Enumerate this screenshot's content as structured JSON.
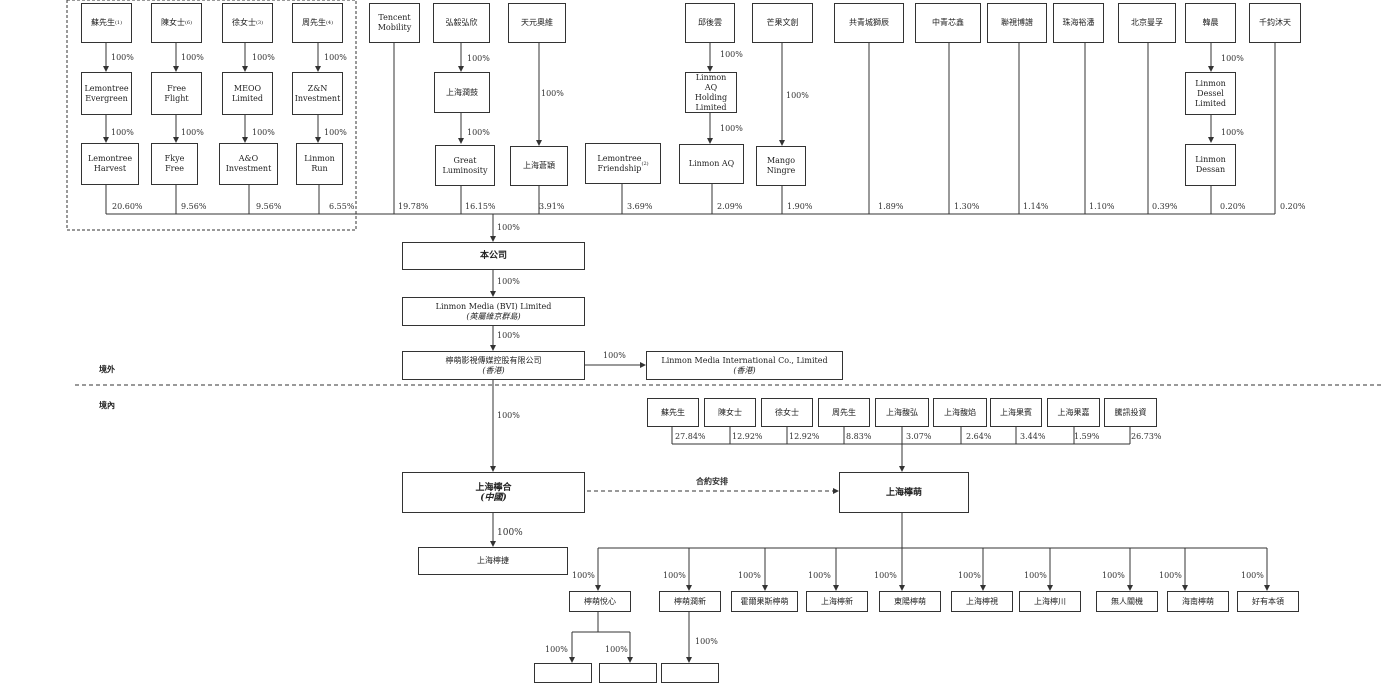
{
  "regions": {
    "offshore": "境外",
    "onshore": "境內"
  },
  "founders": [
    {
      "name": "蘇先生",
      "note": "(1)",
      "pct": "100%",
      "vehicle": "Lemontree\nEvergreen",
      "vehicle_pct": "100%",
      "holder": "Lemontree\nHarvest",
      "stake": "20.60%"
    },
    {
      "name": "陳女士",
      "note": "(6)",
      "pct": "100%",
      "vehicle": "Free\nFlight",
      "vehicle_pct": "100%",
      "holder": "Fkye\nFree",
      "stake": "9.56%"
    },
    {
      "name": "徐女士",
      "note": "(3)",
      "pct": "100%",
      "vehicle": "MEOO\nLimited",
      "vehicle_pct": "100%",
      "holder": "A&O\nInvestment",
      "stake": "9.56%"
    },
    {
      "name": "周先生",
      "note": "(4)",
      "pct": "100%",
      "vehicle": "Z&N\nInvestment",
      "vehicle_pct": "100%",
      "holder": "Linmon\nRun",
      "stake": "6.55%"
    }
  ],
  "shareholders": {
    "tencent": {
      "name": "Tencent\nMobility",
      "stake": "19.78%"
    },
    "hongyi": {
      "name": "弘毅弘欣",
      "pct": "100%",
      "mid": "上海潤鼓",
      "mid_pct": "100%",
      "holder": "Great\nLuminosity",
      "stake": "16.15%"
    },
    "tianyuan": {
      "name": "天元奧維",
      "pct": "100%",
      "holder": "上海蒼穎",
      "stake": "3.91%"
    },
    "lemontree_fj": {
      "name": "Lemontree\nFriendship",
      "note": "(2)",
      "stake": "3.69%"
    },
    "xu": {
      "name": "邱後雲",
      "pct": "100%",
      "mid": "Linmon\nAQ\nHolding\nLimited",
      "mid_pct": "100%",
      "holder": "Linmon AQ",
      "stake": "2.09%"
    },
    "mango": {
      "name": "芒果文創",
      "pct": "100%",
      "holder": "Mango\nNingre",
      "stake": "1.90%"
    },
    "gongqing": {
      "name": "共青城獅辰",
      "stake": "1.89%"
    },
    "zhongqing": {
      "name": "中青芯鑫",
      "stake": "1.30%"
    },
    "lishi": {
      "name": "聯視博譜",
      "stake": "1.14%"
    },
    "zhuhai": {
      "name": "珠海裕潘",
      "stake": "1.10%"
    },
    "beijing": {
      "name": "北京曼孚",
      "stake": "0.39%"
    },
    "hanxian": {
      "name": "韓晨",
      "pct": "100%",
      "mid": "Linmon\nDessel\nLimited",
      "mid_pct": "100%",
      "holder": "Linmon\nDessan",
      "stake": "0.20%"
    },
    "qianhu": {
      "name": "千鈞沐天",
      "stake": "0.20%"
    }
  },
  "company": {
    "name": "本公司",
    "pct_in": "100%"
  },
  "bvi": {
    "name": "Linmon Media (BVI) Limited",
    "sub": "(英屬維京群島)",
    "pct_in": "100%"
  },
  "hk": {
    "name": "檸萌影視傳媒控股有限公司",
    "sub": "(香港)",
    "pct_in": "100%"
  },
  "hk_intl": {
    "name": "Linmon Media International Co., Limited",
    "sub": "(香港)",
    "pct_in": "100%"
  },
  "wfoe": {
    "name": "上海檸合",
    "sub": "(中國)",
    "pct_in": "100%"
  },
  "wfoe_sub": {
    "name": "上海檸捷",
    "pct_in": "100%"
  },
  "contract": {
    "label": "合約安排"
  },
  "opco": {
    "name": "上海檸萌"
  },
  "opco_shareholders": [
    {
      "name": "蘇先生",
      "stake": "27.84%"
    },
    {
      "name": "陳女士",
      "stake": "12.92%"
    },
    {
      "name": "徐女士",
      "stake": "12.92%"
    },
    {
      "name": "周先生",
      "stake": "8.83%"
    },
    {
      "name": "上海馥弘",
      "stake": "3.07%"
    },
    {
      "name": "上海馥焰",
      "stake": "2.64%"
    },
    {
      "name": "上海果賓",
      "stake": "3.44%"
    },
    {
      "name": "上海果嘉",
      "stake": "1.59%"
    },
    {
      "name": "騰訊投資",
      "stake": "26.73%"
    }
  ],
  "opco_subs": [
    {
      "name": "檸萌悅心",
      "pct": "100%"
    },
    {
      "name": "檸萌潤新",
      "pct": "100%"
    },
    {
      "name": "霍爾果斯檸萌",
      "pct": "100%"
    },
    {
      "name": "上海檸新",
      "pct": "100%"
    },
    {
      "name": "東陽檸萌",
      "pct": "100%"
    },
    {
      "name": "上海檸視",
      "pct": "100%"
    },
    {
      "name": "上海檸川",
      "pct": "100%"
    },
    {
      "name": "無人關機",
      "pct": "100%"
    },
    {
      "name": "海南檸萌",
      "pct": "100%"
    },
    {
      "name": "好有本領",
      "pct": "100%"
    }
  ],
  "third_tier": [
    {
      "pct": "100%"
    },
    {
      "pct": "100%"
    },
    {
      "pct": "100%"
    }
  ]
}
